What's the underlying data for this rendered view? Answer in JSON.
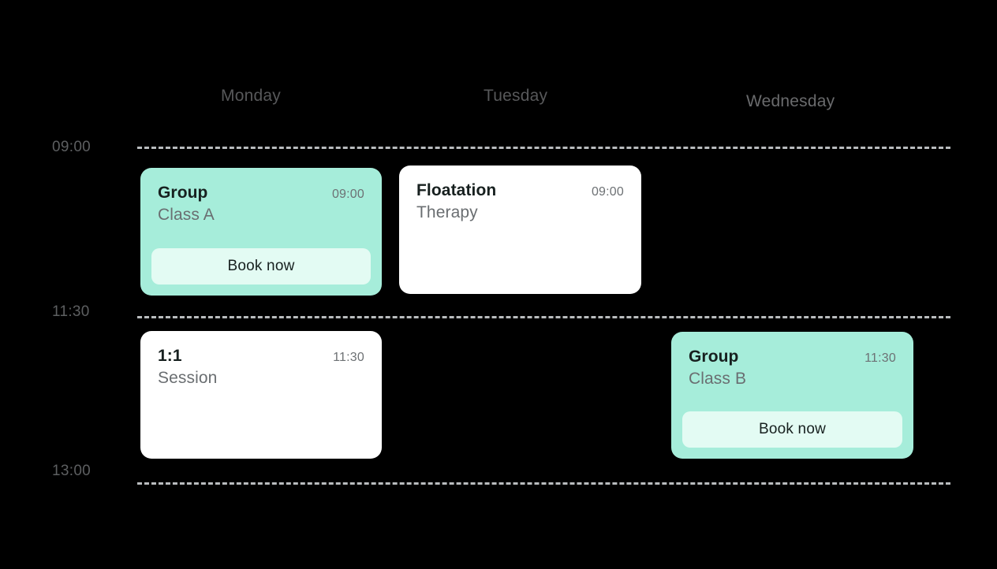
{
  "schedule": {
    "day_headers": [
      {
        "label": "Monday"
      },
      {
        "label": "Tuesday"
      },
      {
        "label": "Wednesday"
      }
    ],
    "time_slots": [
      {
        "label": "09:00"
      },
      {
        "label": "11:30"
      },
      {
        "label": "13:00"
      }
    ],
    "events": [
      {
        "day": "Monday",
        "title": "Group",
        "subtitle": "Class A",
        "time": "09:00",
        "bookable": true,
        "book_label": "Book now",
        "style": "mint"
      },
      {
        "day": "Tuesday",
        "title": "Floatation",
        "subtitle": "Therapy",
        "time": "09:00",
        "bookable": false,
        "style": "white"
      },
      {
        "day": "Monday",
        "title": "1:1",
        "subtitle": "Session",
        "time": "11:30",
        "bookable": false,
        "style": "white"
      },
      {
        "day": "Wednesday",
        "title": "Group",
        "subtitle": "Class B",
        "time": "11:30",
        "bookable": true,
        "book_label": "Book now",
        "style": "mint"
      }
    ]
  },
  "colors": {
    "background": "#000000",
    "mint_card": "#a6edda",
    "white_card": "#ffffff",
    "book_button": "#e3fbf3",
    "grid_dash": "#b9bcbe",
    "title_text": "#17201f",
    "muted_text": "#6a6e71"
  }
}
